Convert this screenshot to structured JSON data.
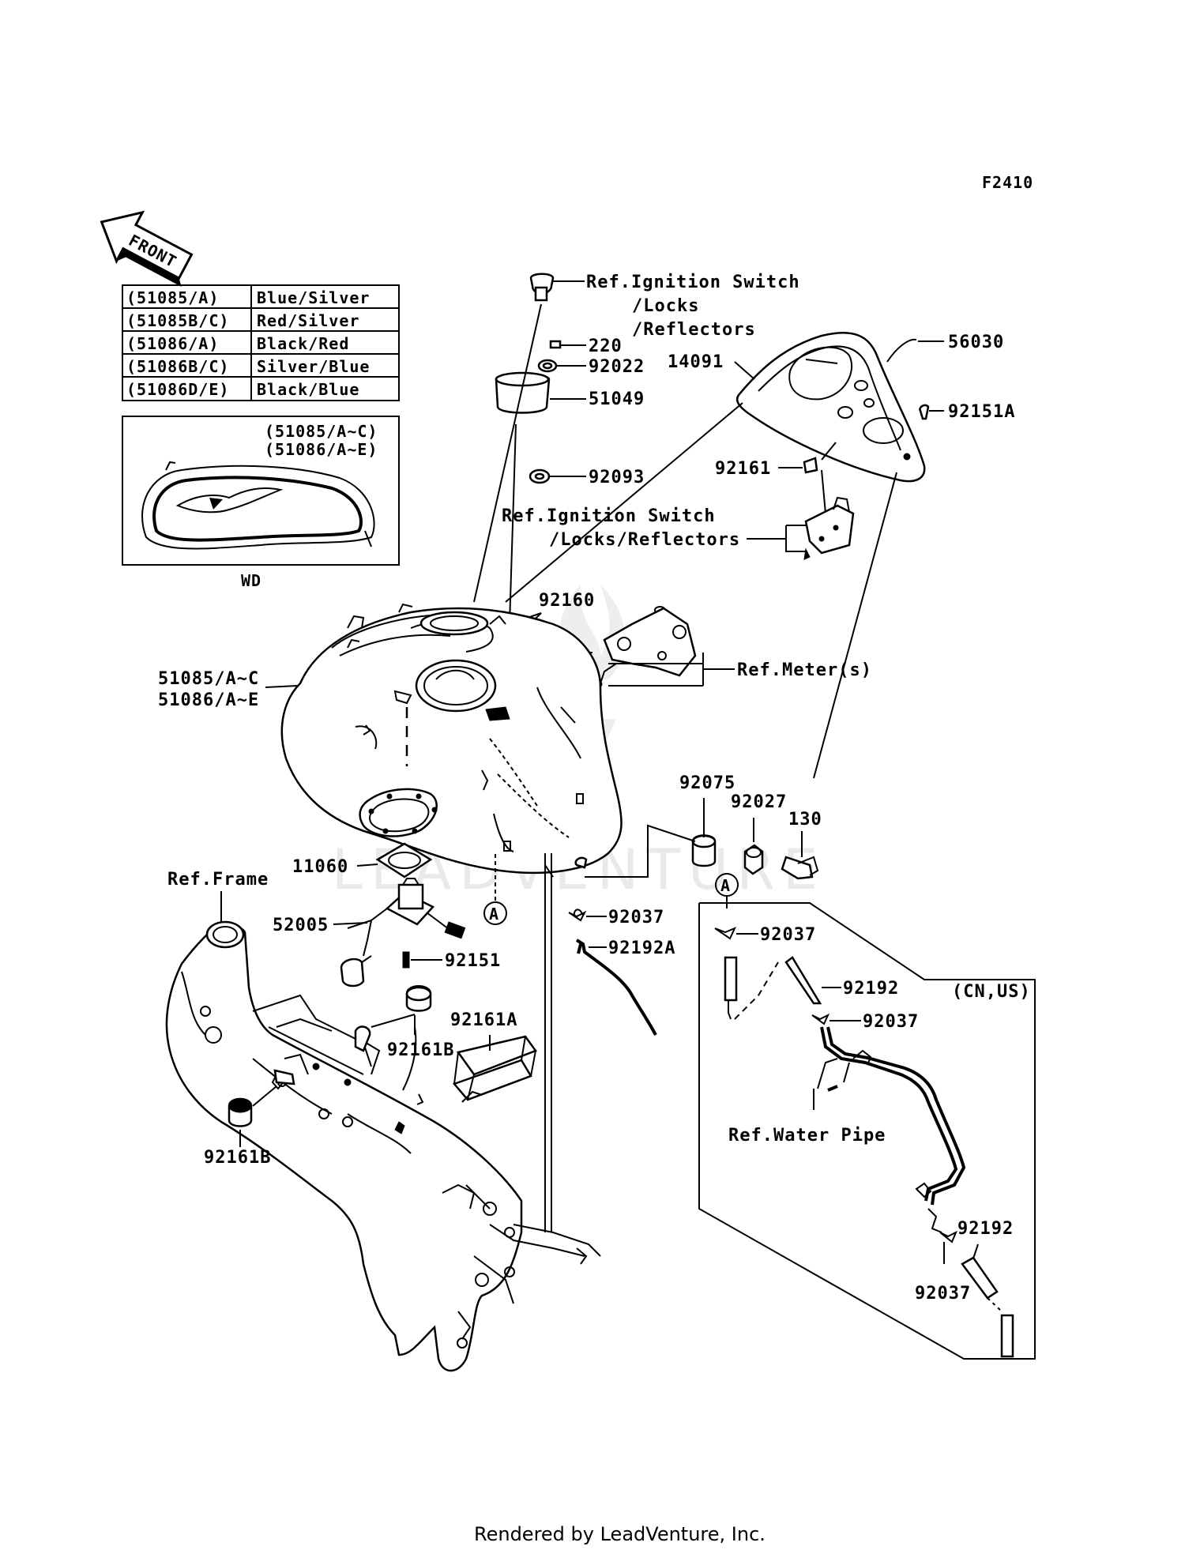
{
  "figure_code": "F2410",
  "front_label": "FRONT",
  "color_table": [
    {
      "code": "(51085/A)",
      "color": "Blue/Silver"
    },
    {
      "code": "(51085B/C)",
      "color": "Red/Silver"
    },
    {
      "code": "(51086/A)",
      "color": "Black/Red"
    },
    {
      "code": "(51086B/C)",
      "color": "Silver/Blue"
    },
    {
      "code": "(51086D/E)",
      "color": "Black/Blue"
    }
  ],
  "inset": {
    "line1": "(51085/A~C)",
    "line2": "(51086/A~E)",
    "caption": "WD"
  },
  "ref_labels": {
    "ignition_top_1": "Ref.Ignition Switch",
    "ignition_top_2": "/Locks",
    "ignition_top_3": "/Reflectors",
    "ignition_mid_1": "Ref.Ignition Switch",
    "ignition_mid_2": "/Locks/Reflectors",
    "meters": "Ref.Meter(s)",
    "frame": "Ref.Frame",
    "water_pipe": "Ref.Water Pipe",
    "region": "(CN,US)"
  },
  "part_numbers": {
    "p220": "220",
    "p92022": "92022",
    "p51049": "51049",
    "p92093": "92093",
    "p56030": "56030",
    "p14091": "14091",
    "p92151A": "92151A",
    "p92161": "92161",
    "p92160": "92160",
    "p51085": "51085/A~C",
    "p51086": "51086/A~E",
    "p92075": "92075",
    "p92027": "92027",
    "p130": "130",
    "p11060": "11060",
    "p52005": "52005",
    "p92151": "92151",
    "p92037a": "92037",
    "p92192A": "92192A",
    "p92161B_top": "92161B",
    "p92161A": "92161A",
    "p92161B_bottom": "92161B",
    "p92037b": "92037",
    "p92192a": "92192",
    "p92037c": "92037",
    "p92192b": "92192",
    "p92037d": "92037"
  },
  "connector_markers": {
    "left": "A",
    "right": "A"
  },
  "watermark": "LEADVENTURE",
  "footer": "Rendered by LeadVenture, Inc."
}
